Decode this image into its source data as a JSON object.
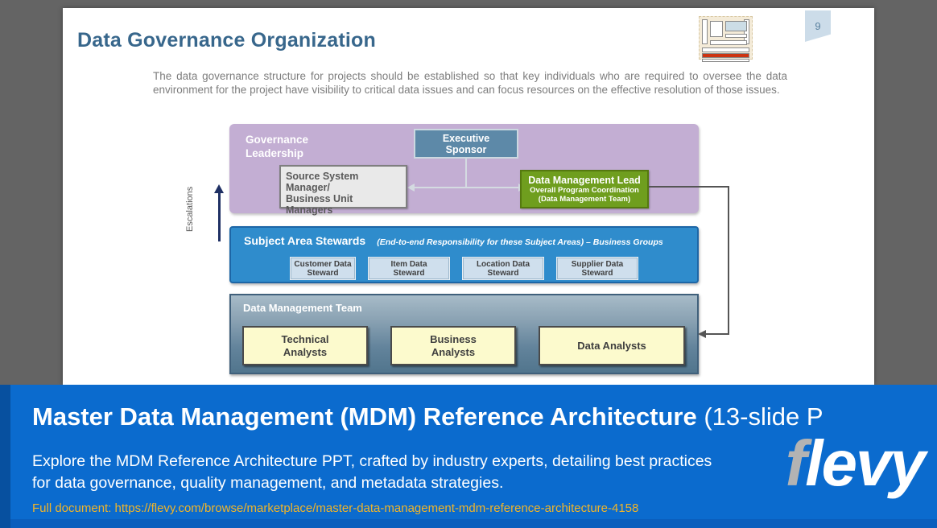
{
  "page": {
    "badge_number": "9"
  },
  "slide": {
    "title": "Data Governance Organization",
    "intro": "The data governance structure for projects should be established so that key individuals who are required to oversee the data environment for the project have visibility to critical data issues and can focus resources on the effective resolution of those issues.",
    "escalations_label": "Escalations",
    "governance": {
      "label": "Governance Leadership",
      "executive_sponsor": "Executive Sponsor",
      "source_line1": "Source System Manager/",
      "source_line2": "Business Unit Managers",
      "lead_title": "Data Management Lead",
      "lead_sub1": "Overall Program Coordination",
      "lead_sub2": "(Data Management Team)"
    },
    "stewards": {
      "title": "Subject Area Stewards",
      "subtitle": "(End-to-end Responsibility for these Subject Areas) – Business Groups",
      "items": [
        {
          "label": "Customer Data Steward"
        },
        {
          "label": "Item Data Steward"
        },
        {
          "label": "Location Data Steward"
        },
        {
          "label": "Supplier Data Steward"
        }
      ]
    },
    "team": {
      "title": "Data Management Team",
      "items": [
        {
          "label": "Technical Analysts"
        },
        {
          "label": "Business Analysts"
        },
        {
          "label": "Data Analysts"
        }
      ]
    },
    "icons": {
      "layout_icon": "slide-layout-thumbnail",
      "page_badge": "page-number-flag"
    }
  },
  "banner": {
    "title_bold": "Master Data Management (MDM) Reference Architecture",
    "title_regular": " (13-slide P",
    "description": "Explore the MDM Reference Architecture PPT, crafted by industry experts, detailing best practices for data governance, quality management, and metadata strategies.",
    "link_prefix": "Full document: ",
    "link_url": "https://flevy.com/browse/marketplace/master-data-management-mdm-reference-architecture-4158",
    "logo": {
      "f": "f",
      "levy": "levy"
    }
  },
  "colors": {
    "background_gray": "#646464",
    "banner_blue": "#0b6bce",
    "banner_dark_blue": "#07509f",
    "link_gold": "#f0b429",
    "slide_title_steel": "#38678c",
    "governance_purple": "#c3aed3",
    "sponsor_blue": "#5d89a8",
    "lead_green": "#6f9e1e",
    "stewards_blue": "#2f8ccc",
    "analyst_yellow": "#fcfacd",
    "escalation_navy": "#1f3064"
  }
}
